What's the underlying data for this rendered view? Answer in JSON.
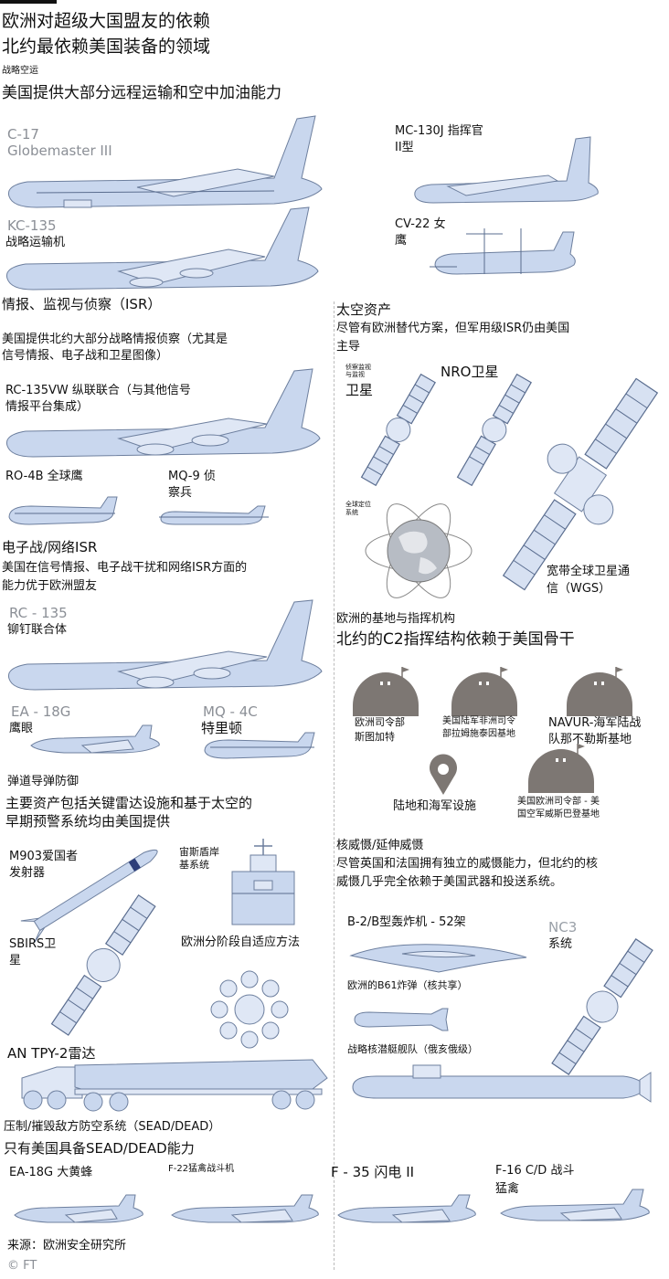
{
  "header": {
    "title": "欧洲对超级大国盟友的依赖",
    "subtitle": "北约最依赖美国装备的领域"
  },
  "airlift": {
    "tag": "战略空运",
    "headline": "美国提供大部分远程运输和空中加油能力",
    "c17_line1": "C-17",
    "c17_line2": "Globemaster III",
    "kc135": "KC-135",
    "kc135_cn": "战略运输机",
    "mc130_line1": "MC-130J 指挥官",
    "mc130_line2": "II型",
    "cv22_line1": "CV-22 女",
    "cv22_line2": "鹰"
  },
  "isr": {
    "tag": "情报、监视与侦察（ISR）",
    "text_line1": "美国提供北约大部分战略情报侦察（尤其是",
    "text_line2": "信号情报、电子战和卫星图像）",
    "rc135vw_line1": "RC-135VW 纵联联合（与其他信号",
    "rc135vw_line2": "情报平台集成）",
    "rq4b": "RO-4B 全球鹰",
    "mq9_line1": "MQ-9 侦",
    "mq9_line2": "察兵"
  },
  "space": {
    "tag": "太空资产",
    "text_line1": "尽管有欧洲替代方案，但军用级ISR仍由美国",
    "text_line2": "主导",
    "isr_small_line1": "侦察监视",
    "isr_small_line2": "与监视",
    "isr_sat": "卫星",
    "nro": "NRO卫星",
    "gps_small_line1": "全球定位",
    "gps_small_line2": "系统",
    "wgs_line1": "宽带全球卫星通",
    "wgs_line2": "信（WGS）"
  },
  "ew": {
    "tag": "电子战/网络ISR",
    "text_line1": "美国在信号情报、电子战干扰和网络ISR方面的",
    "text_line2": "能力优于欧洲盟友",
    "rc135": "RC - 135",
    "rc135_cn": "铆钉联合体",
    "ea18g": "EA - 18G",
    "ea18g_cn": "鹰眼",
    "mq4c": "MQ - 4C",
    "mq4c_cn": "特里顿"
  },
  "c2": {
    "tag": "欧洲的基地与指挥机构",
    "headline": "北约的C2指挥结构依赖于美国骨干",
    "base1_line1": "欧洲司令部",
    "base1_line2": "斯图加特",
    "base2_line1": "美国陆军非洲司令",
    "base2_line2": "部拉姆施泰因基地",
    "base3_line1": "NAVUR-海军陆战",
    "base3_line2": "队那不勒斯基地",
    "land_sea": "陆地和海军设施",
    "base4_line1": "美国欧洲司令部 - 美",
    "base4_line2": "国空军威斯巴登基地"
  },
  "bmd": {
    "tag": "弹道导弹防御",
    "text_line1": "主要资产包括关键雷达设施和基于太空的",
    "text_line2": "早期预警系统均由美国提供",
    "m903_line1": "M903爱国者",
    "m903_line2": "发射器",
    "aegis_line1": "宙斯盾岸",
    "aegis_line2": "基系统",
    "sbirs_line1": "SBIRS卫",
    "sbirs_line2": "星",
    "epaa": "欧洲分阶段自适应方法",
    "tpy2": "AN TPY-2雷达"
  },
  "nuclear": {
    "tag": "核威慑/延伸威慑",
    "text_line1": "尽管英国和法国拥有独立的威慑能力，但北约的核",
    "text_line2": "威慑几乎完全依赖于美国武器和投送系统。",
    "b2": "B-2/B型轰炸机 - 52架",
    "nc3_line1": "NC3",
    "nc3_line2": "系统",
    "b61": "欧洲的B61炸弹（核共享）",
    "ssbn": "战略核潜艇舰队（俄亥俄级）"
  },
  "sead": {
    "tag": "压制/摧毁敌方防空系统（SEAD/DEAD）",
    "headline": "只有美国具备SEAD/DEAD能力",
    "ea18g": "EA-18G 大黄蜂",
    "f22": "F-22猛禽战斗机",
    "f35": "F - 35 闪电 II",
    "f16_line1": "F-16 C/D 战斗",
    "f16_line2": "猛禽"
  },
  "footer": {
    "source": "来源：欧洲安全研究所",
    "credit": "© FT"
  },
  "colors": {
    "aircraft_fill": "#c9d7ee",
    "aircraft_stroke": "#6d7f9e",
    "base_grey": "#7d7773"
  }
}
